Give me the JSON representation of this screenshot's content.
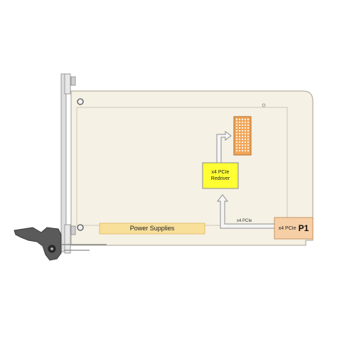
{
  "diagram": {
    "blocks": {
      "power_supplies": "Power Supplies",
      "redriver_line1": "x4 PCIe",
      "redriver_line2": "Redriver",
      "connector_prefix": "x4 PCIe",
      "connector_id": "P1"
    },
    "links": {
      "pcie_link": "x4 PCIe"
    },
    "colors": {
      "board_fill": "#f5f1e4",
      "board_stroke": "#b9b3a5",
      "power_fill": "#f8df9a",
      "redriver_fill": "#ffff33",
      "connector_fill": "#f7cfa6",
      "arrow_fill": "#f5f5f5",
      "arrow_stroke": "#8f8f8f",
      "bracket": "#9a9a9a",
      "handle": "#5a5a5a"
    }
  }
}
